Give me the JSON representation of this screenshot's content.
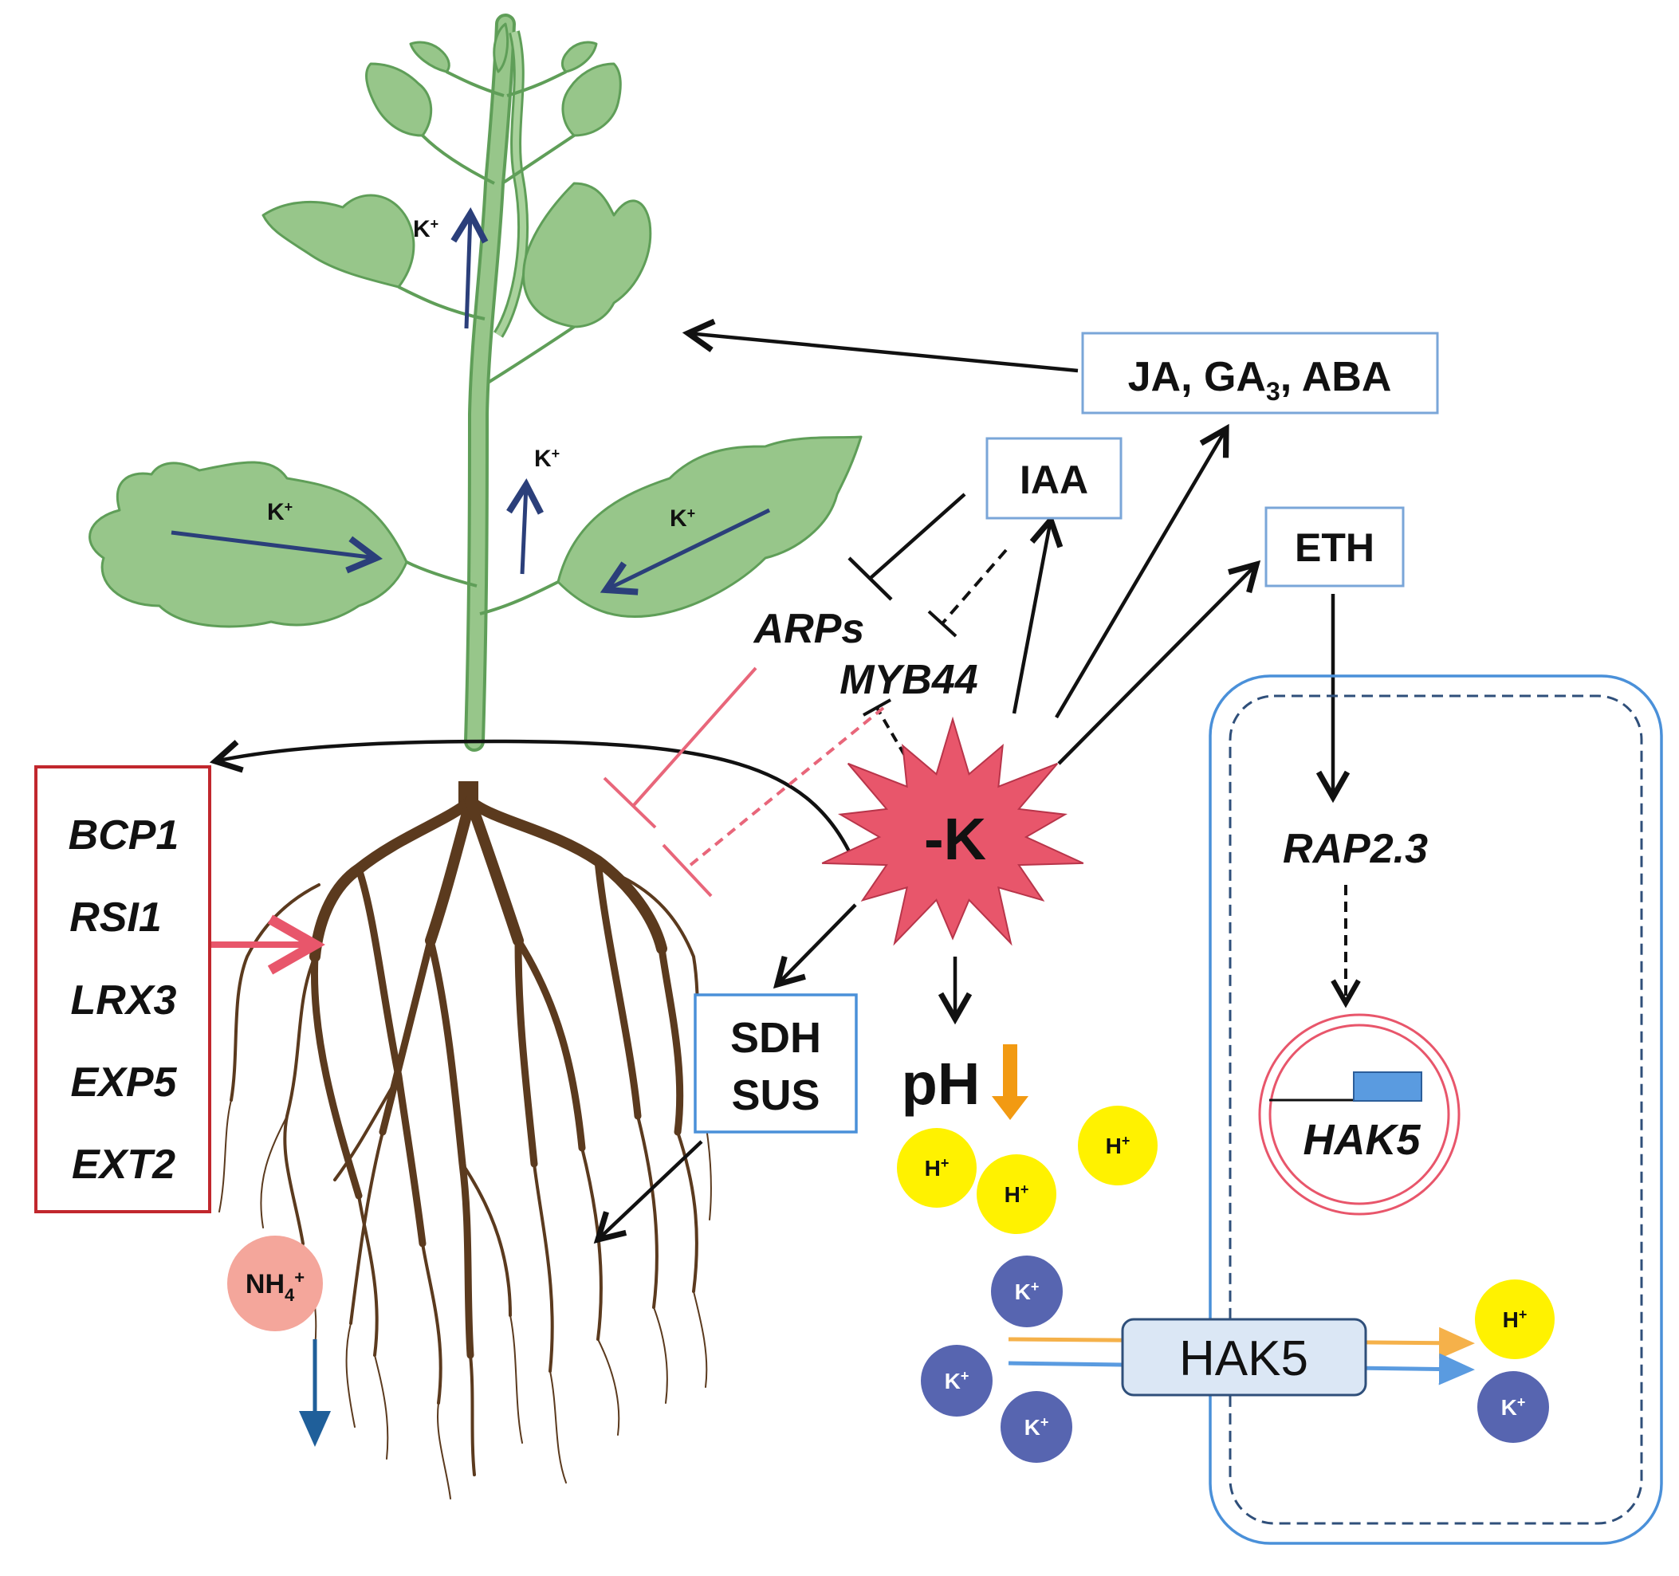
{
  "hormones": {
    "ja_ga_aba_prefix": "JA, GA",
    "ja_ga_aba_sub": "3",
    "ja_ga_aba_suffix": ", ABA",
    "iaa": "IAA",
    "eth": "ETH"
  },
  "genes": {
    "arps": "ARPs",
    "myb44": "MYB44",
    "rap23": "RAP2.3",
    "hak5_gene": "HAK5"
  },
  "root_genes": [
    "BCP1",
    "RSI1",
    "LRX3",
    "EXP5",
    "EXT2"
  ],
  "stress": {
    "label": "-K"
  },
  "enzymes": {
    "sdh": "SDH",
    "sus": "SUS"
  },
  "ph": {
    "label": "pH"
  },
  "ions": {
    "k_base": "K",
    "h_base": "H",
    "plus": "+",
    "nh4_base": "NH",
    "nh4_sub": "4",
    "nh4_sup": "+"
  },
  "transporter": {
    "label": "HAK5"
  },
  "colors": {
    "leaf": "#97c68a",
    "leaf_stroke": "#5f9e58",
    "root": "#5b3a1e",
    "stress": "#e8566b",
    "box_border": "#7aa6d8",
    "red_box": "#c1272d",
    "inhibit_pink": "#e8667a",
    "ph_arrow": "#f29a12",
    "h_ion": "#fff200",
    "k_ion": "#5765b0",
    "nh4": "#f4a69b",
    "k_arrow": "#2b3f7a",
    "nh4_arrow": "#1f5f9a",
    "cell": "#4a90d9",
    "hak5_box": "#dbe7f5"
  }
}
